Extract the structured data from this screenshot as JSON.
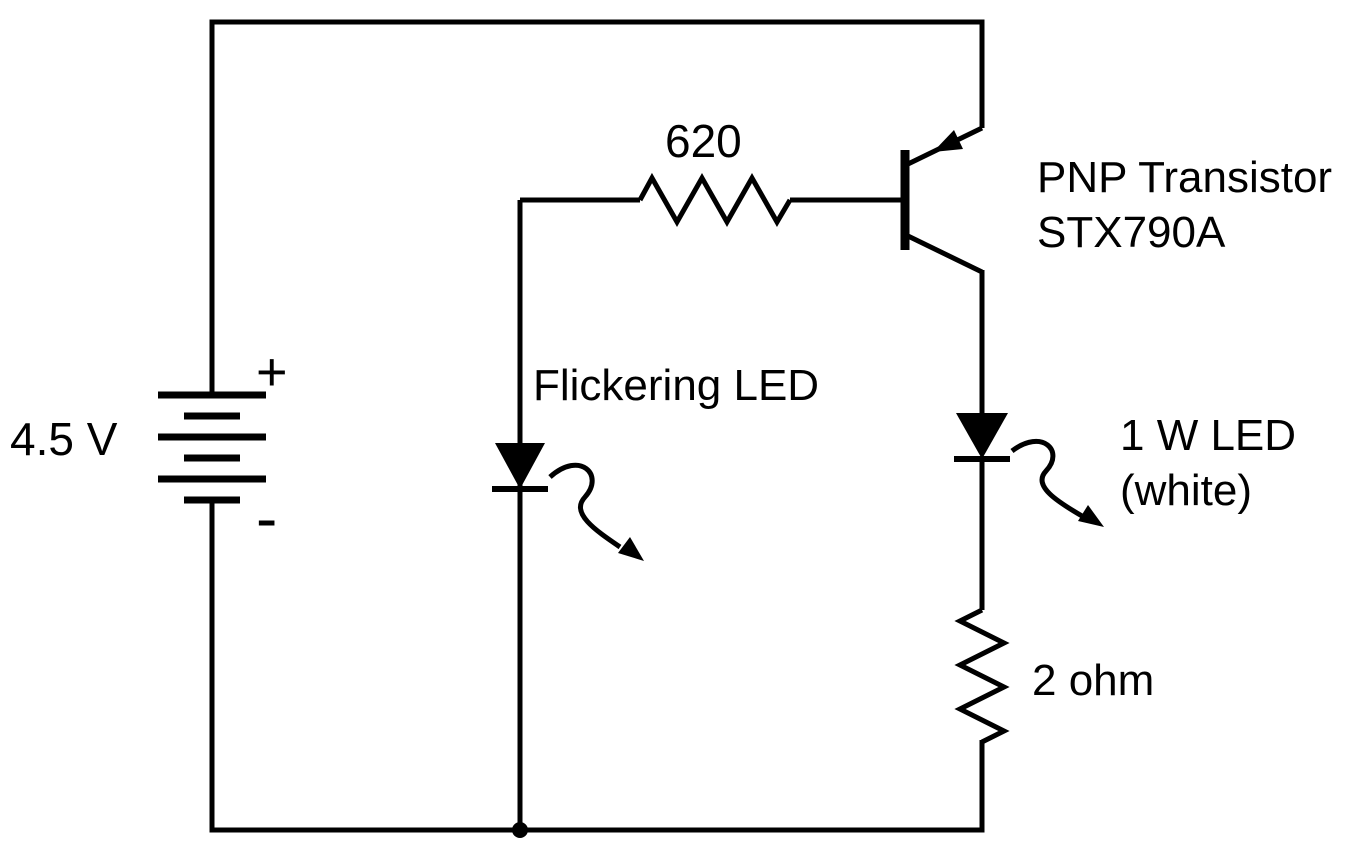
{
  "diagram": {
    "type": "circuit-schematic",
    "colors": {
      "stroke": "#000000",
      "background": "#ffffff"
    },
    "battery": {
      "voltage_label": "4.5 V",
      "plus_label": "+",
      "minus_label": "-"
    },
    "base_resistor": {
      "value_label": "620"
    },
    "emitter_resistor": {
      "value_label": "2 ohm"
    },
    "flickering_led": {
      "label": "Flickering LED"
    },
    "power_led": {
      "label_line1": "1 W LED",
      "label_line2": "(white)"
    },
    "transistor": {
      "label_line1": "PNP Transistor",
      "label_line2": "STX790A"
    }
  }
}
